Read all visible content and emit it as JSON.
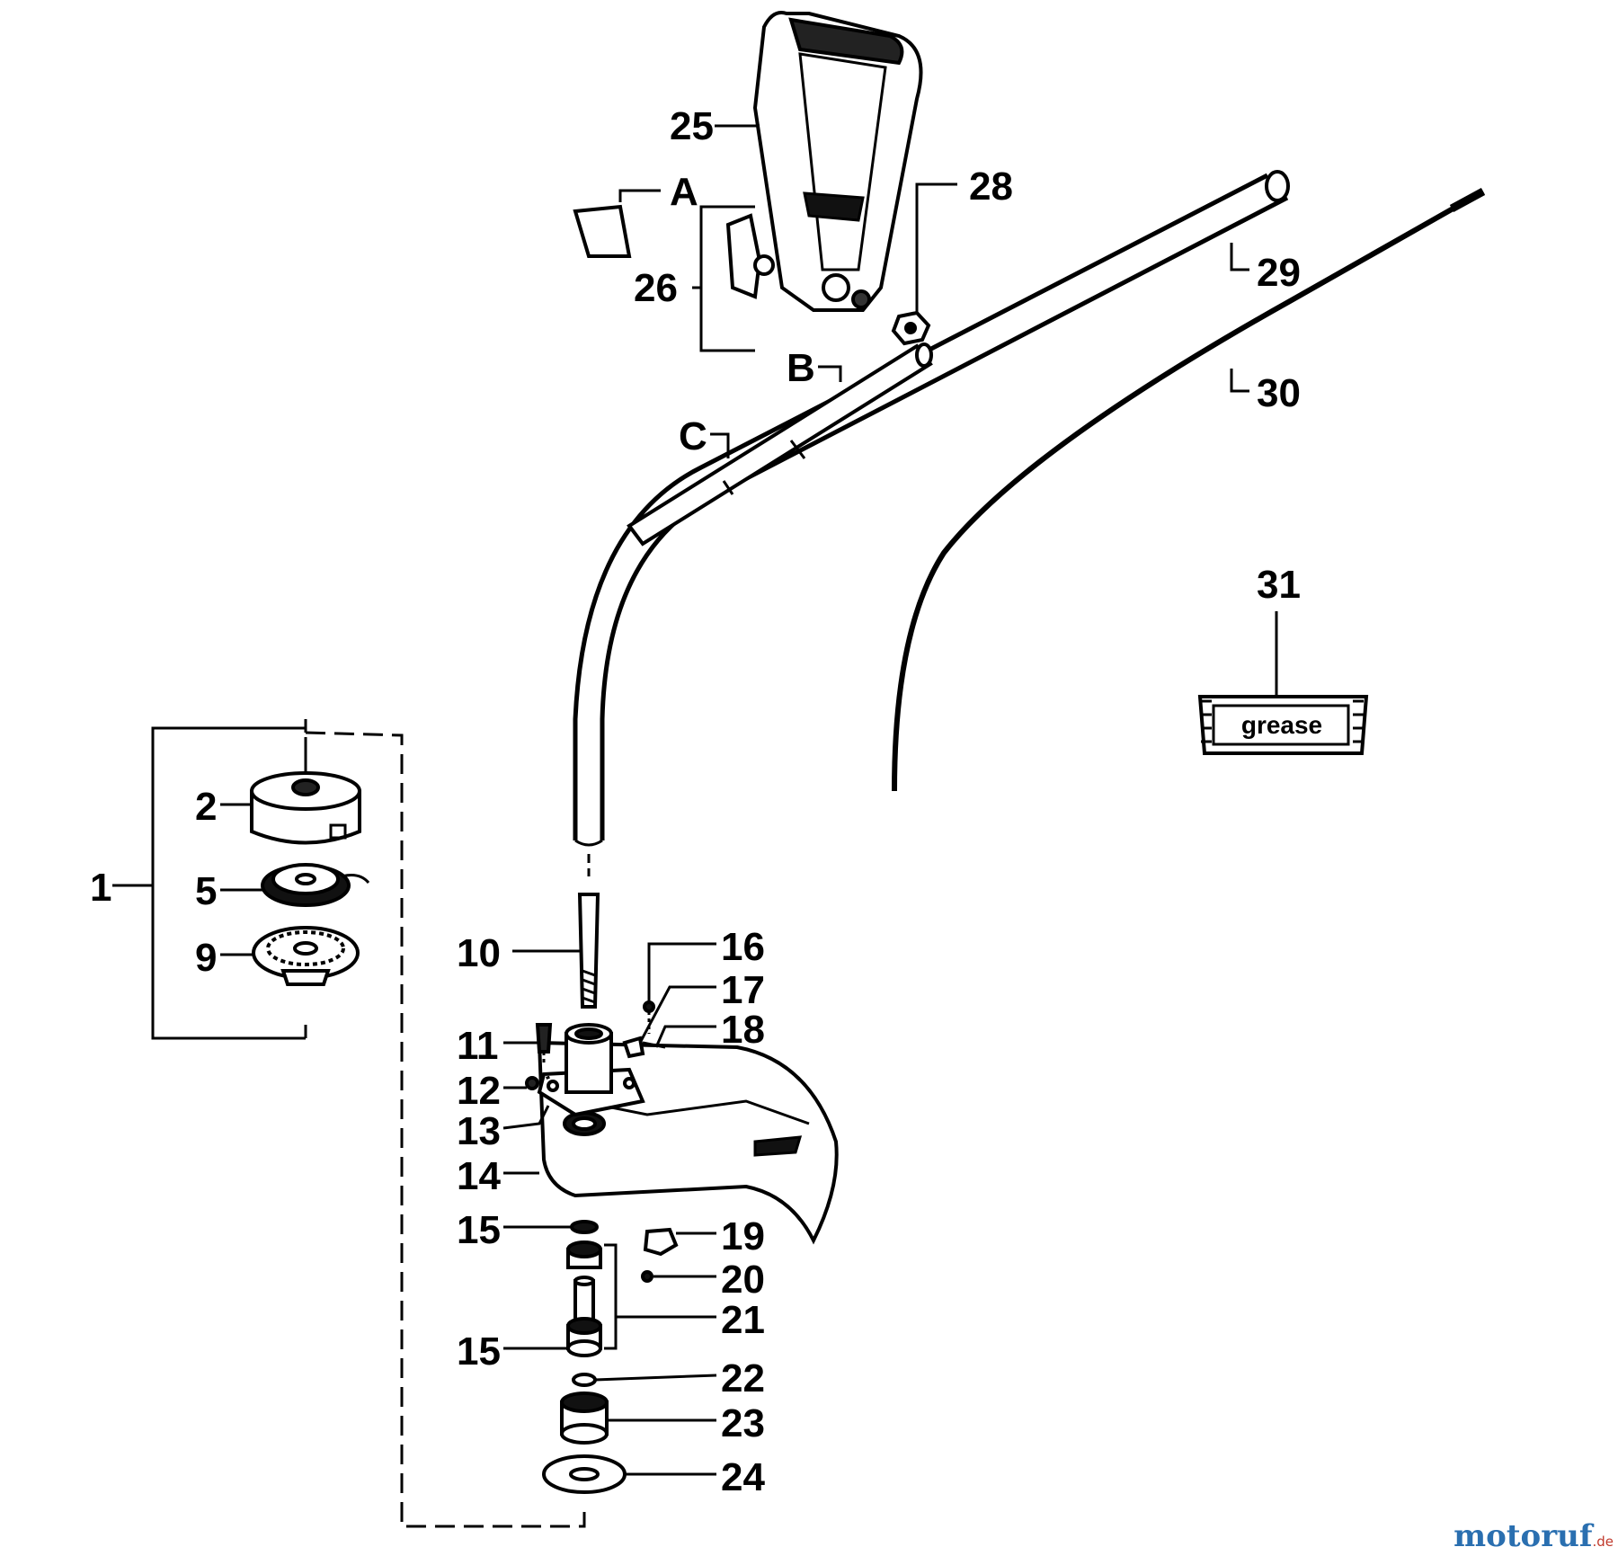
{
  "callouts": {
    "l1": "1",
    "l2": "2",
    "l5": "5",
    "l9": "9",
    "l10": "10",
    "l11": "11",
    "l12": "12",
    "l13": "13",
    "l14": "14",
    "l15a": "15",
    "l15b": "15",
    "l16": "16",
    "l17": "17",
    "l18": "18",
    "l19": "19",
    "l20": "20",
    "l21": "21",
    "l22": "22",
    "l23": "23",
    "l24": "24",
    "l25": "25",
    "l26": "26",
    "l28": "28",
    "l29": "29",
    "l30": "30",
    "l31": "31",
    "lA": "A",
    "lB": "B",
    "lC": "C"
  },
  "grease_label": "grease",
  "watermark": {
    "main": "motoruf",
    "suffix": ".de",
    "color_main": "#2a6fb0",
    "color_suffix": "#c0392b"
  }
}
